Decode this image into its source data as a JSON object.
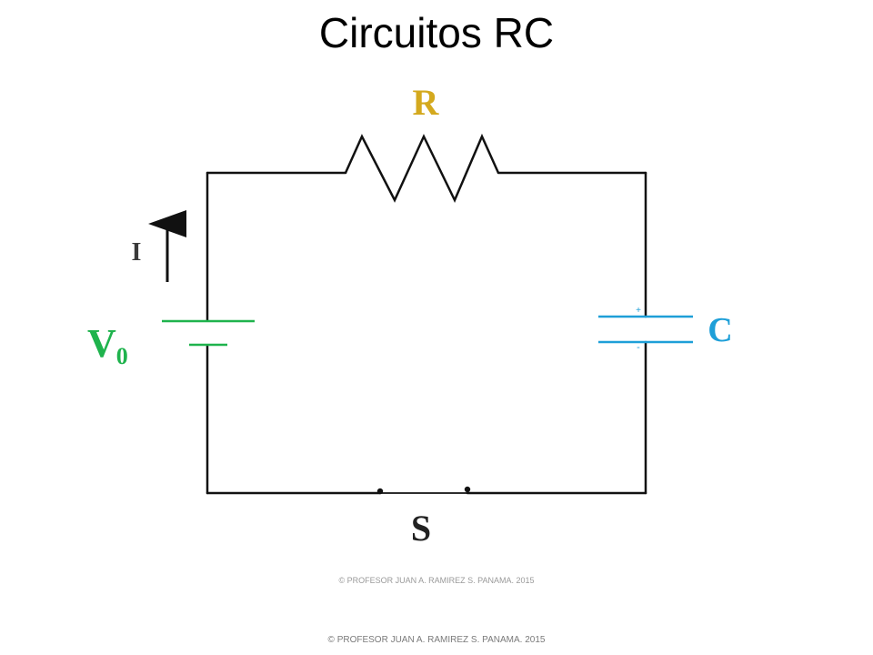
{
  "title": "Circuitos RC",
  "labels": {
    "resistor": "R",
    "capacitor": "C",
    "source_main": "V",
    "source_sub": "0",
    "current": "I",
    "switch": "S",
    "cap_plus": "+",
    "cap_minus": "-"
  },
  "colors": {
    "resistor": "#d4a91e",
    "capacitor": "#1e9fd8",
    "source": "#1fb34d",
    "wire": "#111111"
  },
  "watermark": "© PROFESOR JUAN A. RAMIREZ S. PANAMA. 2015",
  "footer": "© PROFESOR JUAN A. RAMIREZ S. PANAMA. 2015"
}
